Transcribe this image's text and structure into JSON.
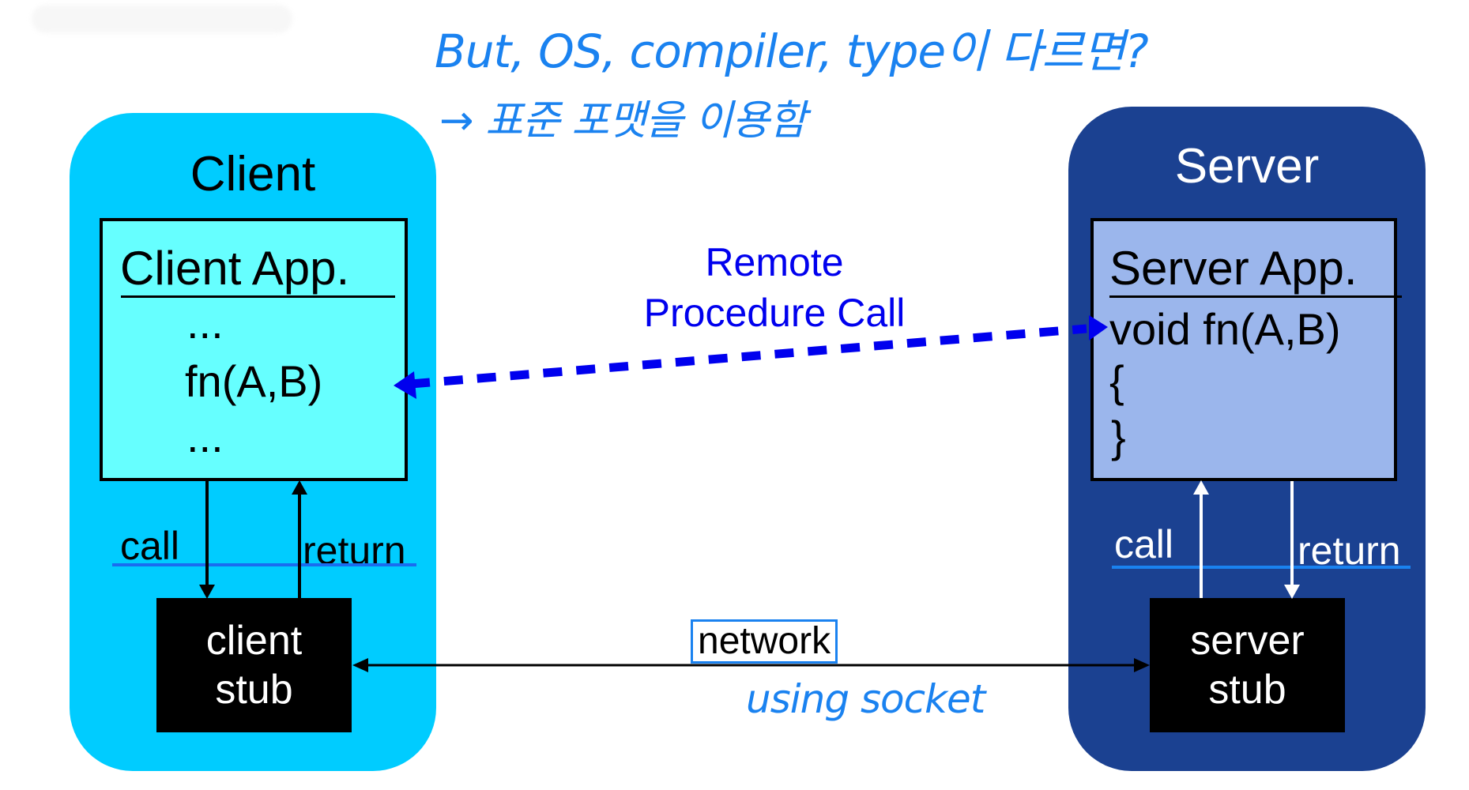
{
  "annotations": {
    "note_line1": "But, OS, compiler, type이 다르면?",
    "note_line2": "→ 표준 포맷을 이용함",
    "network_note": "using socket",
    "ink_color": "#1a82f0"
  },
  "client": {
    "title": "Client",
    "panel_color": "#00ccff",
    "app": {
      "title": "Client App.",
      "lines": [
        "...",
        "fn(A,B)",
        "..."
      ],
      "box_color": "#66ffff"
    },
    "call_label": "call",
    "return_label": "return",
    "stub": {
      "line1": "client",
      "line2": "stub"
    }
  },
  "server": {
    "title": "Server",
    "panel_color": "#1b4191",
    "app": {
      "title": "Server App.",
      "lines": [
        "void fn(A,B)",
        "{",
        "}"
      ],
      "box_color": "#9bb6ec"
    },
    "call_label": "call",
    "return_label": "return",
    "stub": {
      "line1": "server",
      "line2": "stub"
    }
  },
  "rpc": {
    "label_line1": "Remote",
    "label_line2": "Procedure Call",
    "color": "#0000ee"
  },
  "network": {
    "label": "network"
  }
}
